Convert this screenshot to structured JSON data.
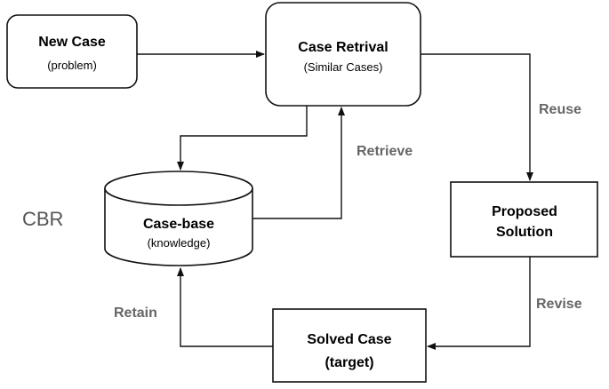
{
  "diagram_label": "CBR",
  "nodes": {
    "new_case": {
      "title": "New Case",
      "subtitle": "(problem)"
    },
    "case_retrival": {
      "title": "Case Retrival",
      "subtitle": "(Similar Cases)"
    },
    "case_base": {
      "title": "Case-base",
      "subtitle": "(knowledge)"
    },
    "proposed_solution": {
      "title": "Proposed",
      "title_line2": "Solution"
    },
    "solved_case": {
      "title": "Solved Case",
      "title_line2": "(target)"
    }
  },
  "edges": {
    "reuse": "Reuse",
    "retrieve": "Retrieve",
    "revise": "Revise",
    "retain": "Retain"
  }
}
